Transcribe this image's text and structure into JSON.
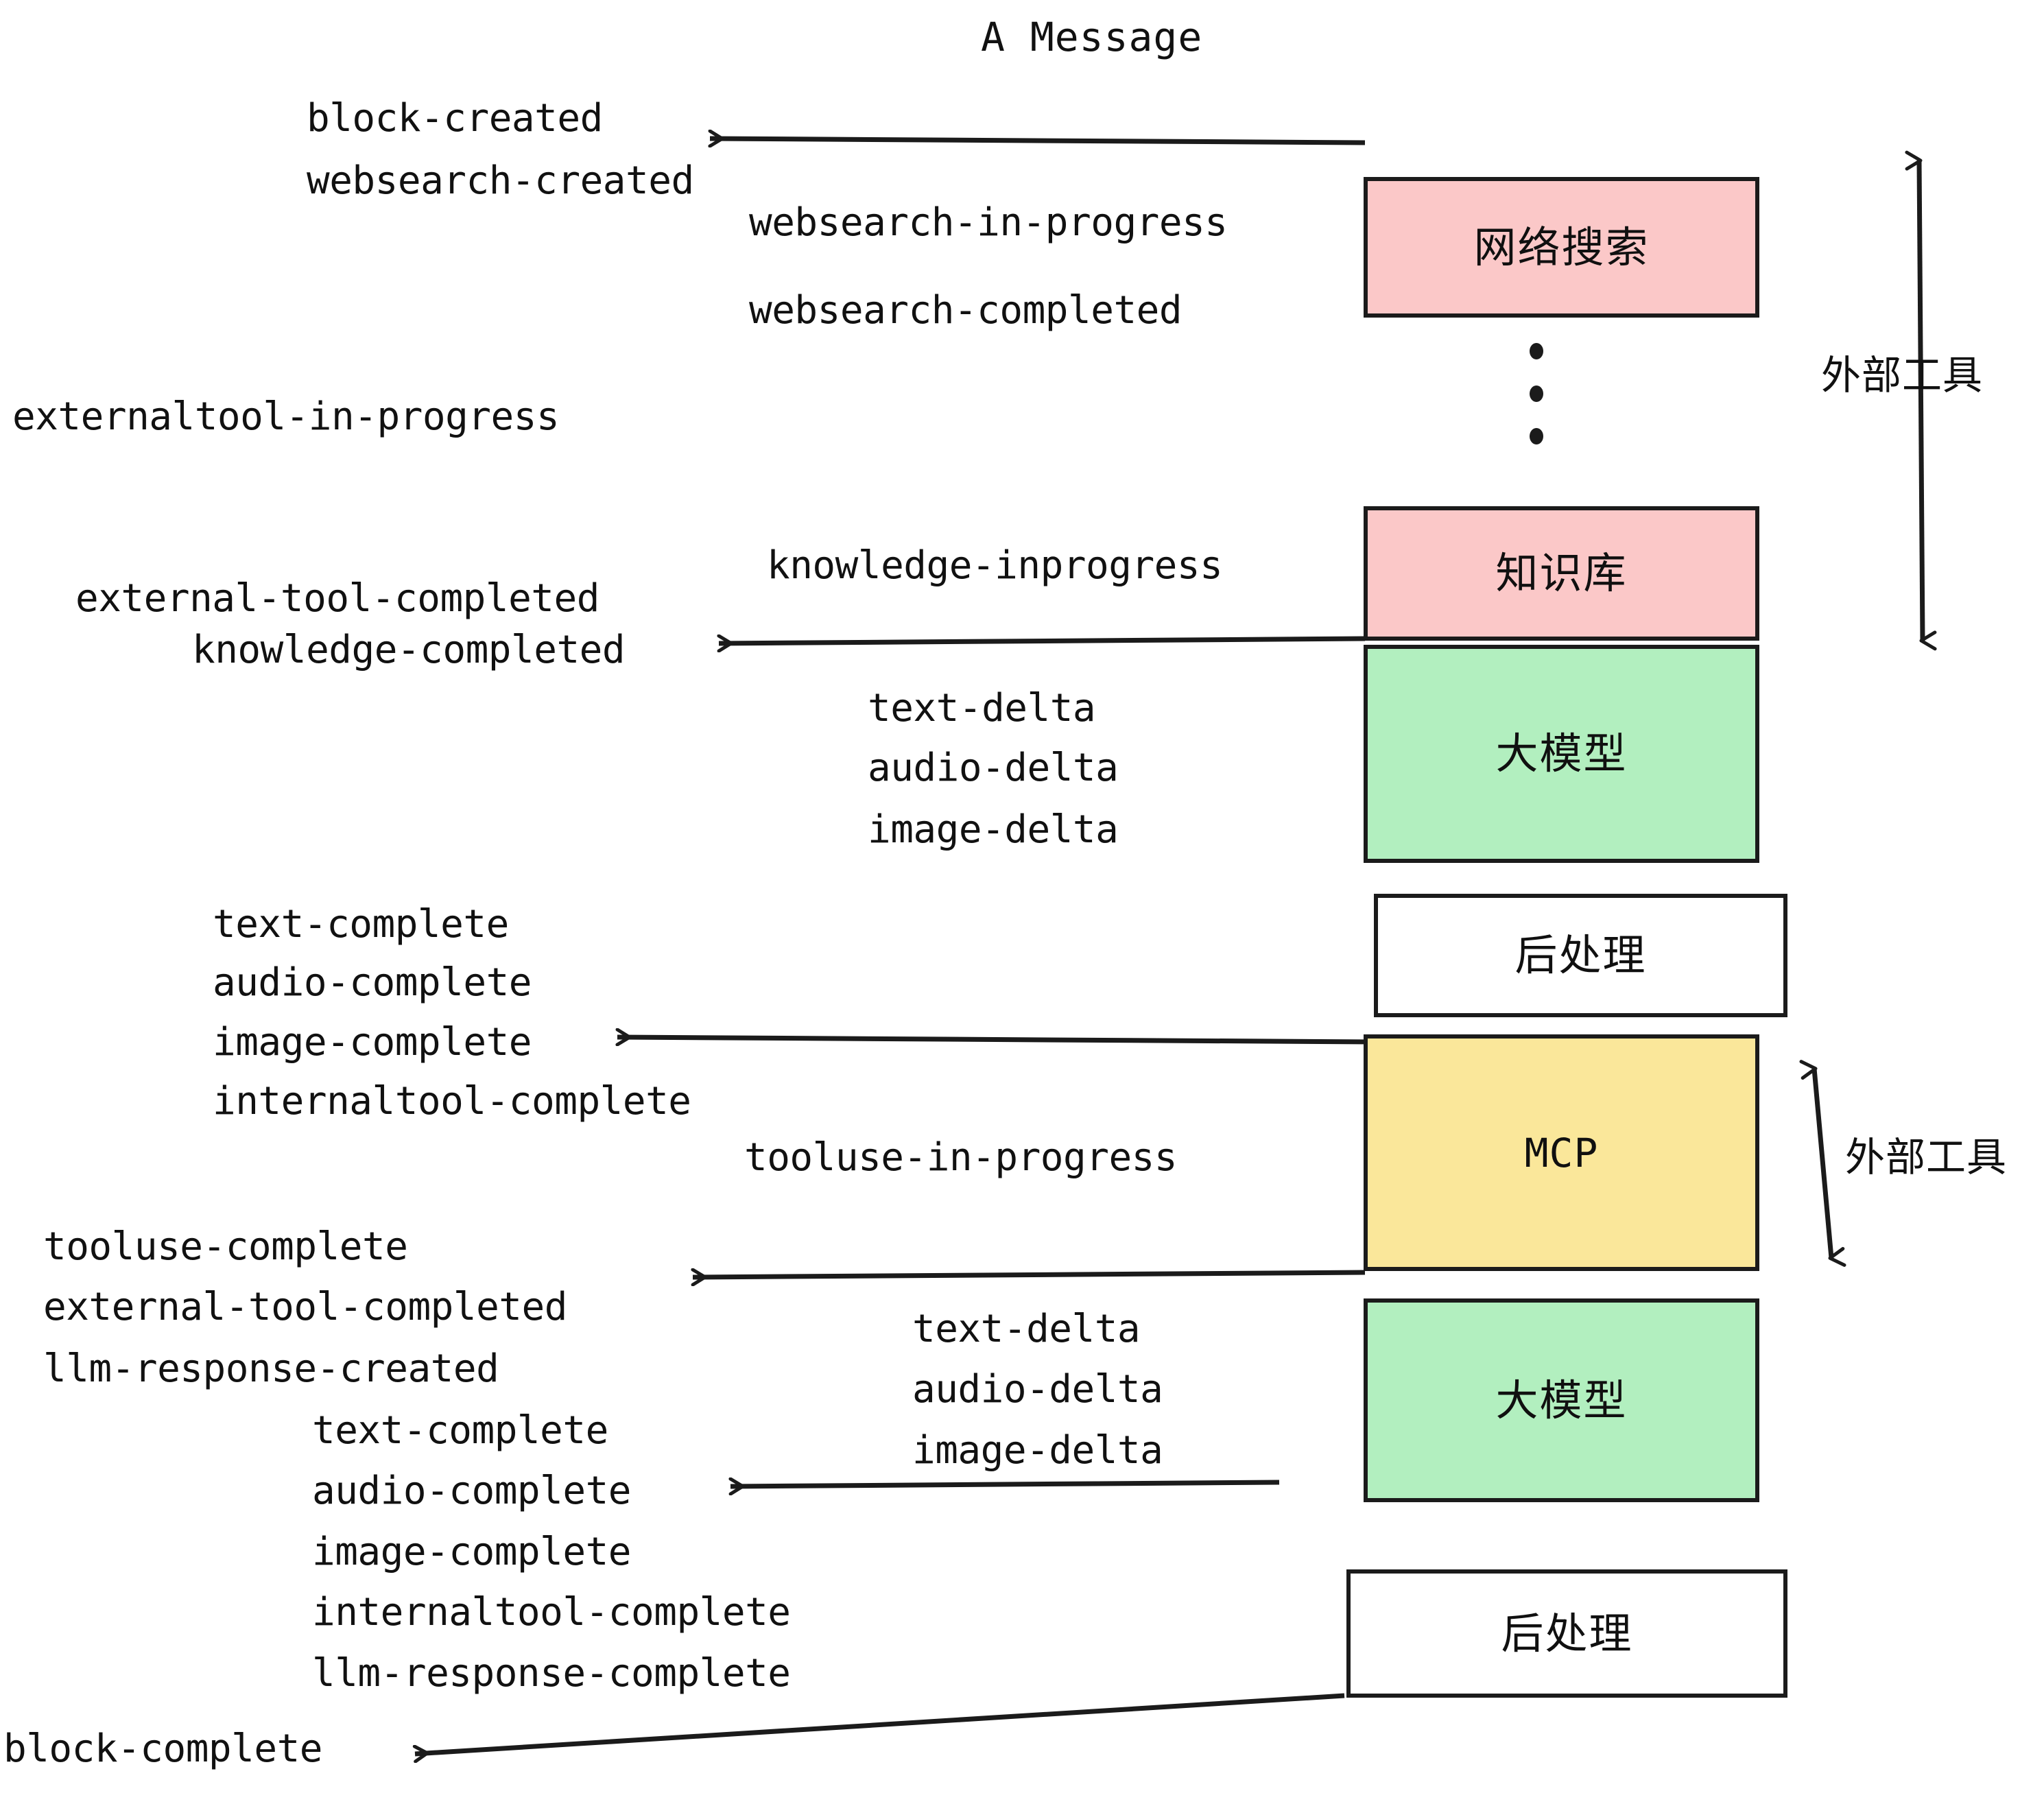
{
  "title": "A Message",
  "colors": {
    "pink": "#FBC8C8",
    "green": "#B2EFBF",
    "yellow": "#FAE79A",
    "white": "#FFFFFF",
    "stroke": "#1b1b1b",
    "text": "#111111"
  },
  "nodes": [
    {
      "id": "websearch",
      "label": "网络搜索",
      "fill": "#FBC8C8",
      "script": "han"
    },
    {
      "id": "knowledge",
      "label": "知识库",
      "fill": "#FBC8C8",
      "script": "han"
    },
    {
      "id": "llm-top",
      "label": "大模型",
      "fill": "#B2EFBF",
      "script": "han"
    },
    {
      "id": "post-top",
      "label": "后处理",
      "fill": "#FFFFFF",
      "script": "han"
    },
    {
      "id": "mcp",
      "label": "MCP",
      "fill": "#FAE79A",
      "script": "latin"
    },
    {
      "id": "llm-bottom",
      "label": "大模型",
      "fill": "#B2EFBF",
      "script": "han"
    },
    {
      "id": "post-bottom",
      "label": "后处理",
      "fill": "#FFFFFF",
      "script": "han"
    }
  ],
  "side_labels": [
    {
      "id": "external-tools-top",
      "text": "外部工具"
    },
    {
      "id": "external-tools-bottom",
      "text": "外部工具"
    }
  ],
  "events": [
    {
      "id": "e01",
      "text": "block-created"
    },
    {
      "id": "e02",
      "text": "websearch-created"
    },
    {
      "id": "e03",
      "text": "websearch-in-progress"
    },
    {
      "id": "e04",
      "text": "websearch-completed"
    },
    {
      "id": "e05",
      "text": "externaltool-in-progress"
    },
    {
      "id": "e06",
      "text": "knowledge-inprogress"
    },
    {
      "id": "e07",
      "text": "external-tool-completed"
    },
    {
      "id": "e08",
      "text": "knowledge-completed"
    },
    {
      "id": "e09",
      "text": "text-delta"
    },
    {
      "id": "e10",
      "text": "audio-delta"
    },
    {
      "id": "e11",
      "text": "image-delta"
    },
    {
      "id": "e12",
      "text": "text-complete"
    },
    {
      "id": "e13",
      "text": "audio-complete"
    },
    {
      "id": "e14",
      "text": "image-complete"
    },
    {
      "id": "e15",
      "text": "internaltool-complete"
    },
    {
      "id": "e16",
      "text": "tooluse-in-progress"
    },
    {
      "id": "e17",
      "text": "tooluse-complete"
    },
    {
      "id": "e18",
      "text": "external-tool-completed"
    },
    {
      "id": "e19",
      "text": "llm-response-created"
    },
    {
      "id": "e20",
      "text": "text-delta"
    },
    {
      "id": "e21",
      "text": "audio-delta"
    },
    {
      "id": "e22",
      "text": "image-delta"
    },
    {
      "id": "e23",
      "text": "text-complete"
    },
    {
      "id": "e24",
      "text": "audio-complete"
    },
    {
      "id": "e25",
      "text": "image-complete"
    },
    {
      "id": "e26",
      "text": "internaltool-complete"
    },
    {
      "id": "e27",
      "text": "llm-response-complete"
    },
    {
      "id": "e28",
      "text": "block-complete"
    }
  ]
}
